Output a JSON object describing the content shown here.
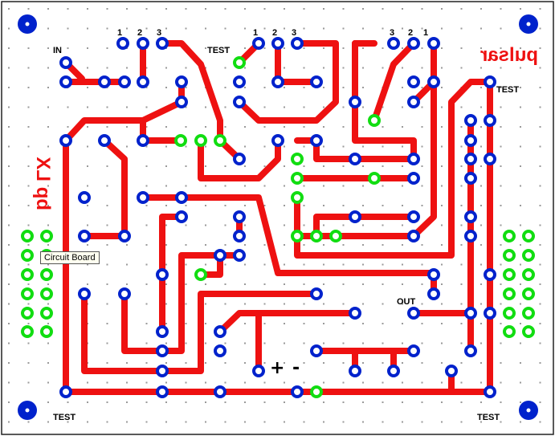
{
  "labels": {
    "in": "IN",
    "test_top_left": "TEST",
    "test_top_right": "TEST",
    "test_bottom_left": "TEST",
    "test_bottom_right": "TEST",
    "out": "OUT",
    "plus": "+",
    "minus": "-",
    "brand_mirrored": "pulsar",
    "side_mirrored": "bp LX",
    "pin1_a": "1",
    "pin2_a": "2",
    "pin3_a": "3",
    "pin1_b": "1",
    "pin2_b": "2",
    "pin3_b": "3",
    "pin3_c": "3",
    "pin2_c": "2",
    "pin1_c": "1"
  },
  "tooltip": "Circuit Board",
  "colors": {
    "trace": "#ee1111",
    "pad": "#0022cc",
    "pad_alt": "#11dd11",
    "label": "#000000",
    "brand": "#ee1111"
  }
}
